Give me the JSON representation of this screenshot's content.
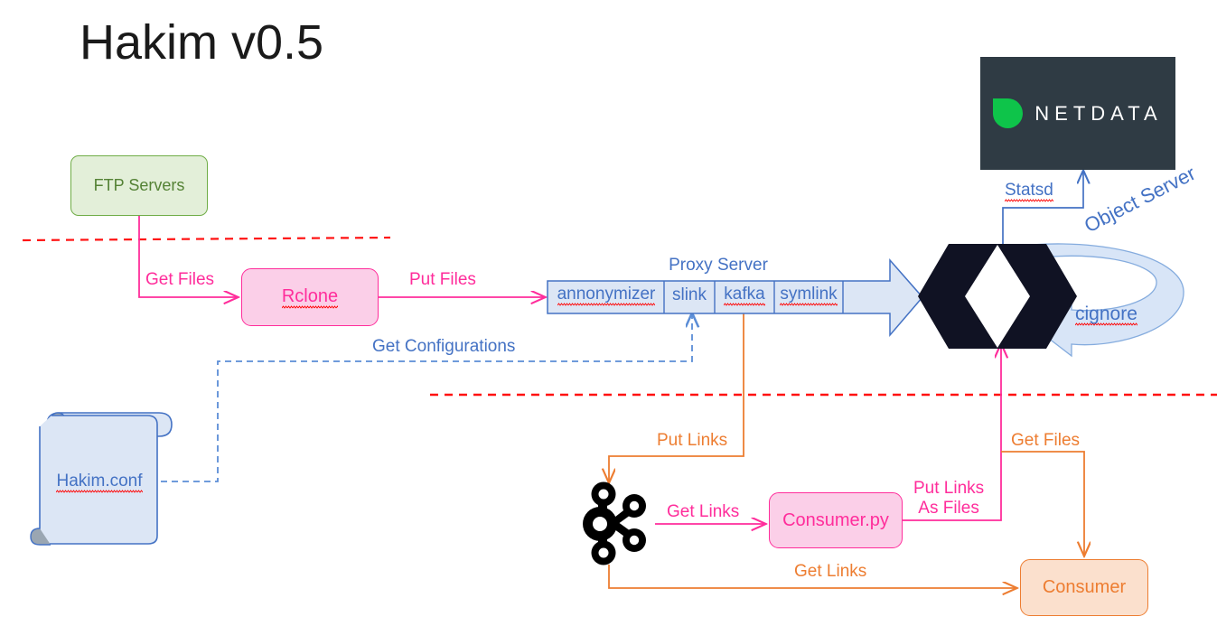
{
  "title": "Hakim v0.5",
  "nodes": {
    "ftp_servers": "FTP Servers",
    "rclone": "Rclone",
    "hakim_conf": "Hakim.conf",
    "consumer_py": "Consumer.py",
    "consumer": "Consumer",
    "netdata_word": "NETDATA",
    "object_server": "Object Server",
    "cignore": "cignore"
  },
  "proxy_server": {
    "label": "Proxy Server",
    "cells": [
      "annonymizer",
      "slink",
      "kafka",
      "symlink"
    ]
  },
  "edges": {
    "get_files_ftp": "Get Files",
    "put_files": "Put Files",
    "get_configurations": "Get Configurations",
    "statsd": "Statsd",
    "put_links": "Put Links",
    "get_links_kafka": "Get Links",
    "get_links_bottom": "Get Links",
    "put_links_as_files": "Put Links\nAs Files",
    "get_files_object": "Get Files"
  },
  "colors": {
    "magenta": "#ff2d9b",
    "orange": "#ed7d31",
    "blue": "#4472c4",
    "green": "#70ad47",
    "red_divider": "#ff0000",
    "netdata_bg": "#2f3b44",
    "netdata_green": "#0ec44a",
    "minio_black": "#101223",
    "proxy_fill": "#dce6f5"
  }
}
